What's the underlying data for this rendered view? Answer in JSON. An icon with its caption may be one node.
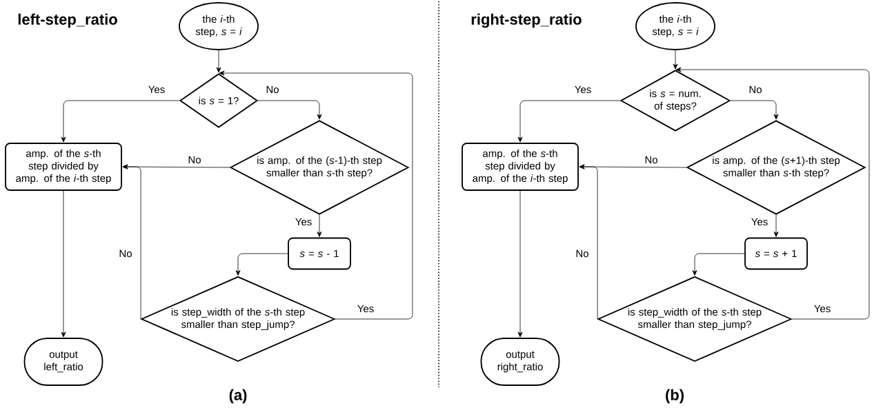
{
  "diagram": {
    "nodes": [
      {
        "text": [
          "the *i*-th step, *s* = *i*"
        ]
      },
      {
        "text": [
          "is *s* = 1?"
        ]
      },
      {
        "text": [
          "amp. of the *s*-th step divided by amp. of the *i*-th step"
        ]
      },
      {
        "text": [
          "is amp. of the (*s*-1)-th step smaller than *s*-th step?"
        ]
      },
      {
        "text": [
          "*s* = *s* - 1"
        ]
      },
      {
        "text": [
          "is step_width of the *s*-th step smaller than step_jump?"
        ]
      },
      {
        "text": [
          "output left_ratio"
        ]
      },
      {
        "text": [
          "the *i*-th step, *s* = *i*"
        ]
      },
      {
        "text": [
          "is *s* = num. of steps?"
        ]
      },
      {
        "text": [
          "amp. of the *s*-th step divided by amp. of the *i*-th step"
        ]
      },
      {
        "text": [
          "is amp. of the (*s*+1)-th step smaller than *s*-th step?"
        ]
      },
      {
        "text": [
          "*s* = *s* + 1"
        ]
      },
      {
        "text": [
          "is step_width of the *s*-th step smaller than step_jump?"
        ]
      },
      {
        "text": [
          "output right_ratio"
        ]
      }
    ],
    "edges": [
      {
        "from": 0,
        "to": 1,
        "arrow": "to"
      },
      {
        "from": 1,
        "to": 2,
        "arrow": "to",
        "label": "Yes"
      },
      {
        "from": 1,
        "to": 3,
        "arrow": "to",
        "label": "No"
      },
      {
        "from": 3,
        "to": 2,
        "arrow": "to",
        "label": "No"
      },
      {
        "from": 3,
        "to": 4,
        "arrow": "to",
        "label": "Yes"
      },
      {
        "from": 4,
        "to": 5,
        "arrow": "to"
      },
      {
        "from": 5,
        "to": 1,
        "arrow": "to",
        "label": "Yes"
      },
      {
        "from": 5,
        "to": 2,
        "arrow": "to",
        "label": "No"
      },
      {
        "from": 2,
        "to": 6,
        "arrow": "to"
      },
      {
        "from": 7,
        "to": 8,
        "arrow": "to"
      },
      {
        "from": 8,
        "to": 9,
        "arrow": "to",
        "label": "Yes"
      },
      {
        "from": 8,
        "to": 10,
        "arrow": "to",
        "label": "No"
      },
      {
        "from": 10,
        "to": 9,
        "arrow": "to",
        "label": "No"
      },
      {
        "from": 10,
        "to": 11,
        "arrow": "to",
        "label": "Yes"
      },
      {
        "from": 11,
        "to": 12,
        "arrow": "to"
      },
      {
        "from": 12,
        "to": 8,
        "arrow": "to",
        "label": "Yes"
      },
      {
        "from": 12,
        "to": 9,
        "arrow": "to",
        "label": "No"
      },
      {
        "from": 9,
        "to": 13,
        "arrow": "to"
      }
    ],
    "labels": [
      "left-step_ratio",
      "right-step_ratio",
      "(a)",
      "(b)"
    ]
  }
}
